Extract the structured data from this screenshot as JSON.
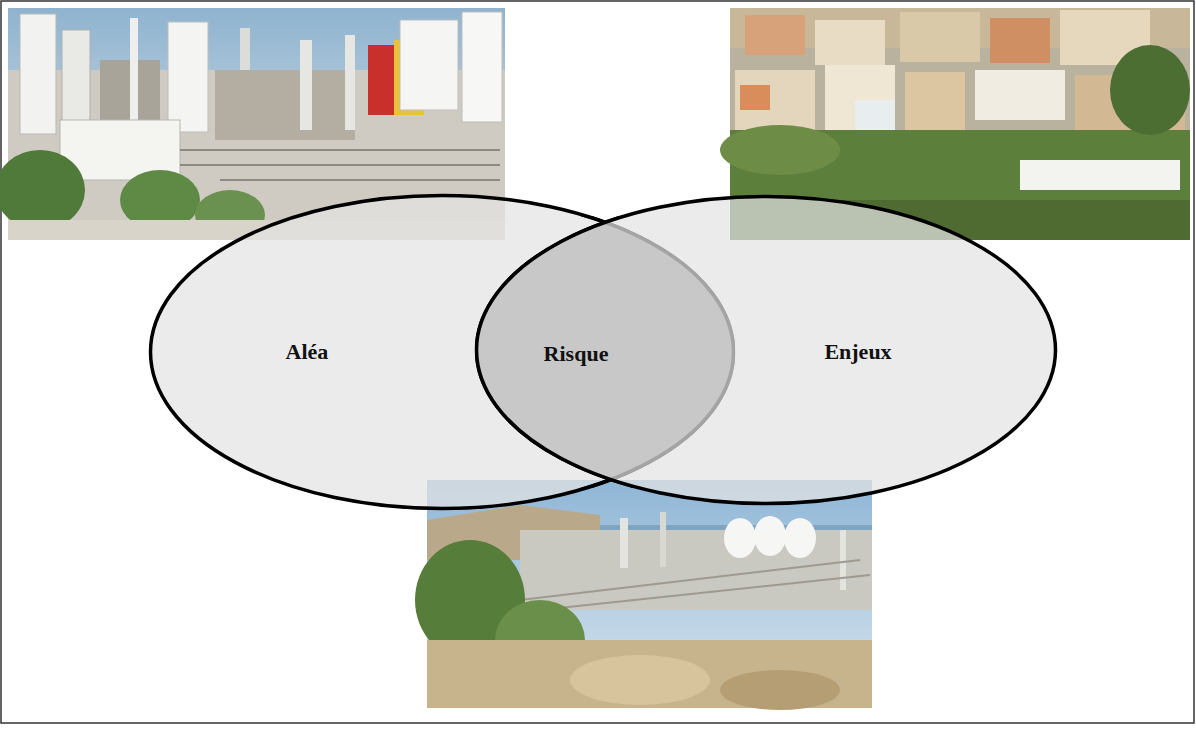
{
  "diagram": {
    "nodes": [
      {
        "text": [
          "Aléa"
        ]
      },
      {
        "text": [
          "Risque"
        ]
      },
      {
        "text": [
          "Enjeux"
        ]
      }
    ]
  }
}
